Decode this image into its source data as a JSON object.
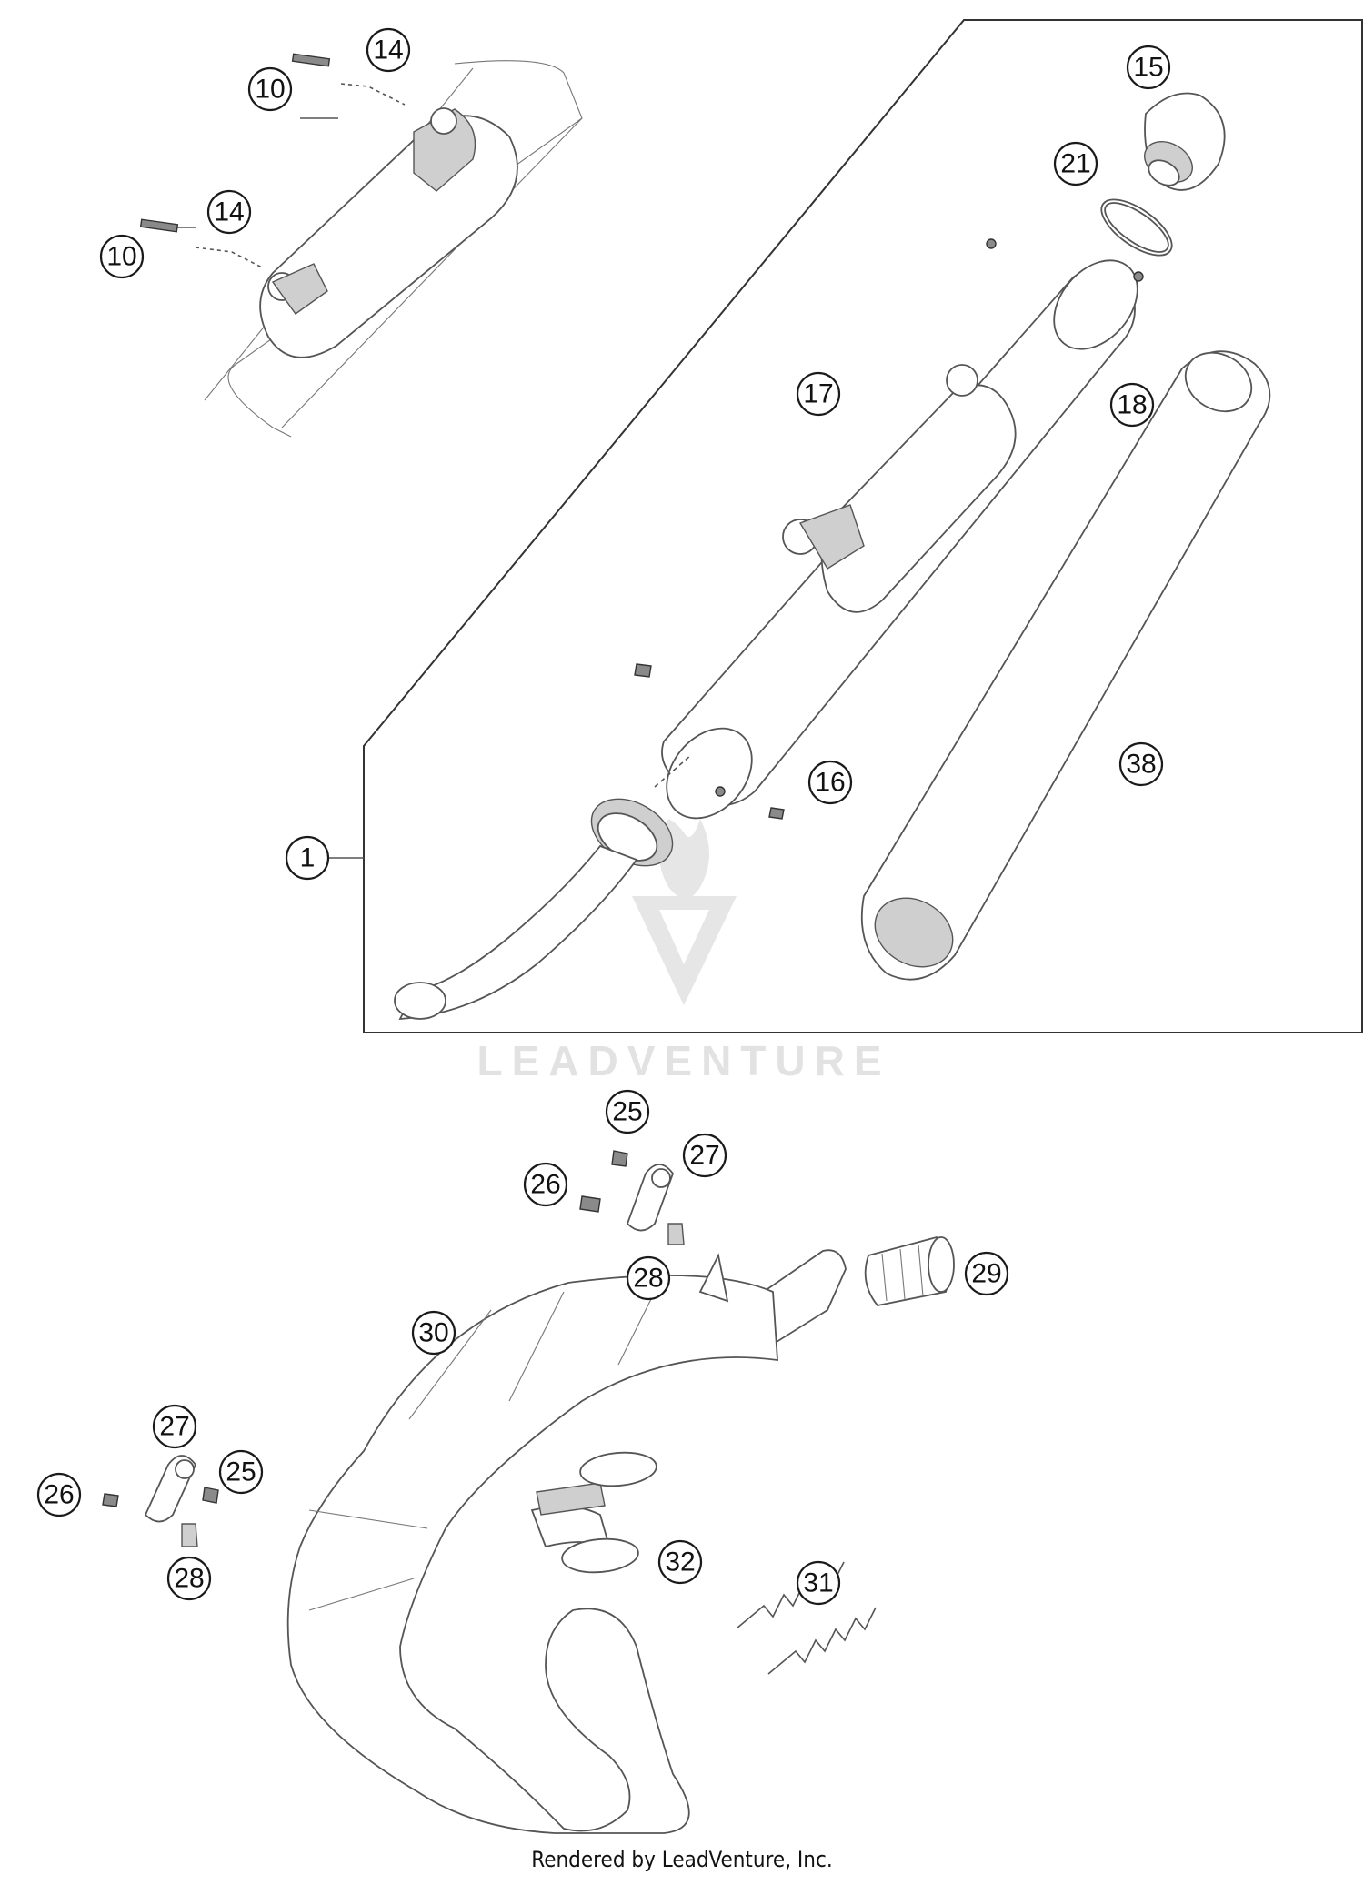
{
  "watermark": "LEADVENTURE",
  "footer": "Rendered by LeadVenture, Inc.",
  "callouts": [
    {
      "id": "c-1",
      "label": "1"
    },
    {
      "id": "c-10a",
      "label": "10"
    },
    {
      "id": "c-10b",
      "label": "10"
    },
    {
      "id": "c-14a",
      "label": "14"
    },
    {
      "id": "c-14b",
      "label": "14"
    },
    {
      "id": "c-15",
      "label": "15"
    },
    {
      "id": "c-16",
      "label": "16"
    },
    {
      "id": "c-17",
      "label": "17"
    },
    {
      "id": "c-18",
      "label": "18"
    },
    {
      "id": "c-21",
      "label": "21"
    },
    {
      "id": "c-38",
      "label": "38"
    },
    {
      "id": "c-25a",
      "label": "25"
    },
    {
      "id": "c-26a",
      "label": "26"
    },
    {
      "id": "c-27a",
      "label": "27"
    },
    {
      "id": "c-28a",
      "label": "28"
    },
    {
      "id": "c-29",
      "label": "29"
    },
    {
      "id": "c-30",
      "label": "30"
    },
    {
      "id": "c-27b",
      "label": "27"
    },
    {
      "id": "c-26b",
      "label": "26"
    },
    {
      "id": "c-25b",
      "label": "25"
    },
    {
      "id": "c-28b",
      "label": "28"
    },
    {
      "id": "c-32",
      "label": "32"
    },
    {
      "id": "c-31",
      "label": "31"
    }
  ]
}
